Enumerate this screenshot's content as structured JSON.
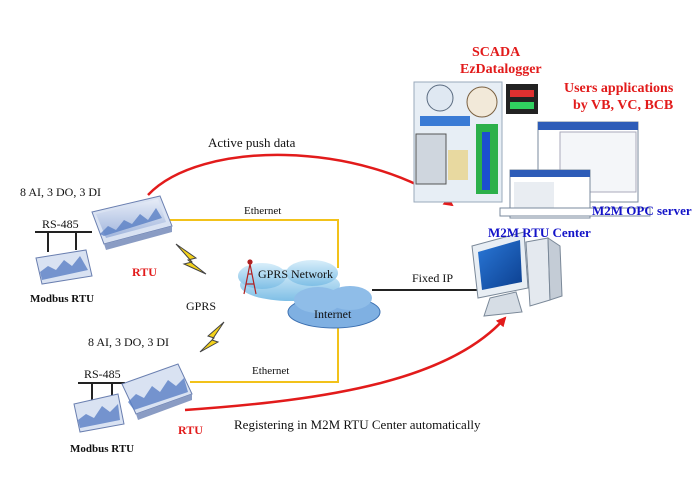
{
  "labels": {
    "scada": "SCADA",
    "ezdatalogger": "EzDatalogger",
    "users_apps_line1": "Users applications",
    "users_apps_line2": "by VB, VC, BCB",
    "active_push": "Active push data",
    "io_top": "8 AI, 3 DO, 3 DI",
    "io_bottom": "8 AI, 3 DO, 3 DI",
    "rs485_top": "RS-485",
    "rs485_bottom": "RS-485",
    "ethernet_top": "Ethernet",
    "ethernet_bottom": "Ethernet",
    "rtu_top": "RTU",
    "rtu_bottom": "RTU",
    "gprs_network": "GPRS Network",
    "internet": "Internet",
    "gprs": "GPRS",
    "fixed_ip": "Fixed IP",
    "m2m_opc": "M2M OPC server",
    "m2m_rtu_center": "M2M RTU Center",
    "modbus_rtu_top": "Modbus RTU",
    "modbus_rtu_bottom": "Modbus RTU",
    "registering": "Registering in M2M RTU Center automatically"
  },
  "colors": {
    "red_arrow": "#e21b1b",
    "ethernet_line": "#f2c21a",
    "bus_line": "#222222",
    "blue_text": "#1313c8",
    "red_text": "#e21b1b",
    "cloud": "#9fd1ee",
    "device_blue": "#5a7fc4"
  }
}
